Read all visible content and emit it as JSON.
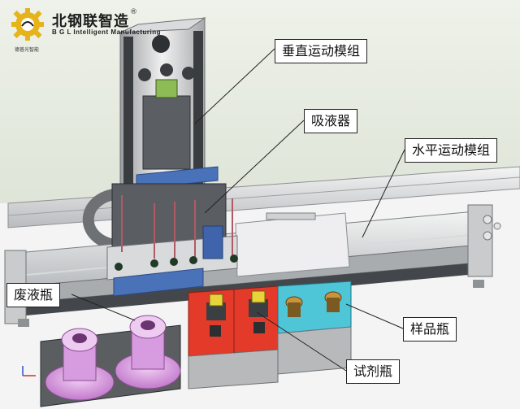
{
  "logo": {
    "name": "北钢联智造",
    "registered": "®",
    "subtitle": "B G L Intelligent Manufacturing",
    "small_text": "德普光智能"
  },
  "labels": {
    "vertical_module": "垂直运动模组",
    "pipette": "吸液器",
    "horizontal_module": "水平运动模组",
    "waste_bottle": "废液瓶",
    "sample_bottle": "样品瓶",
    "reagent_bottle": "试剂瓶"
  },
  "colors": {
    "background_wall": "#e4e9df",
    "floor": "#f3f3f3",
    "gold": "#e7b31a",
    "blue_mount": "#4a72b8",
    "red_block": "#e43a2a",
    "cyan_block": "#4fc6d8",
    "pink_bottle": "#dfa8e6"
  }
}
